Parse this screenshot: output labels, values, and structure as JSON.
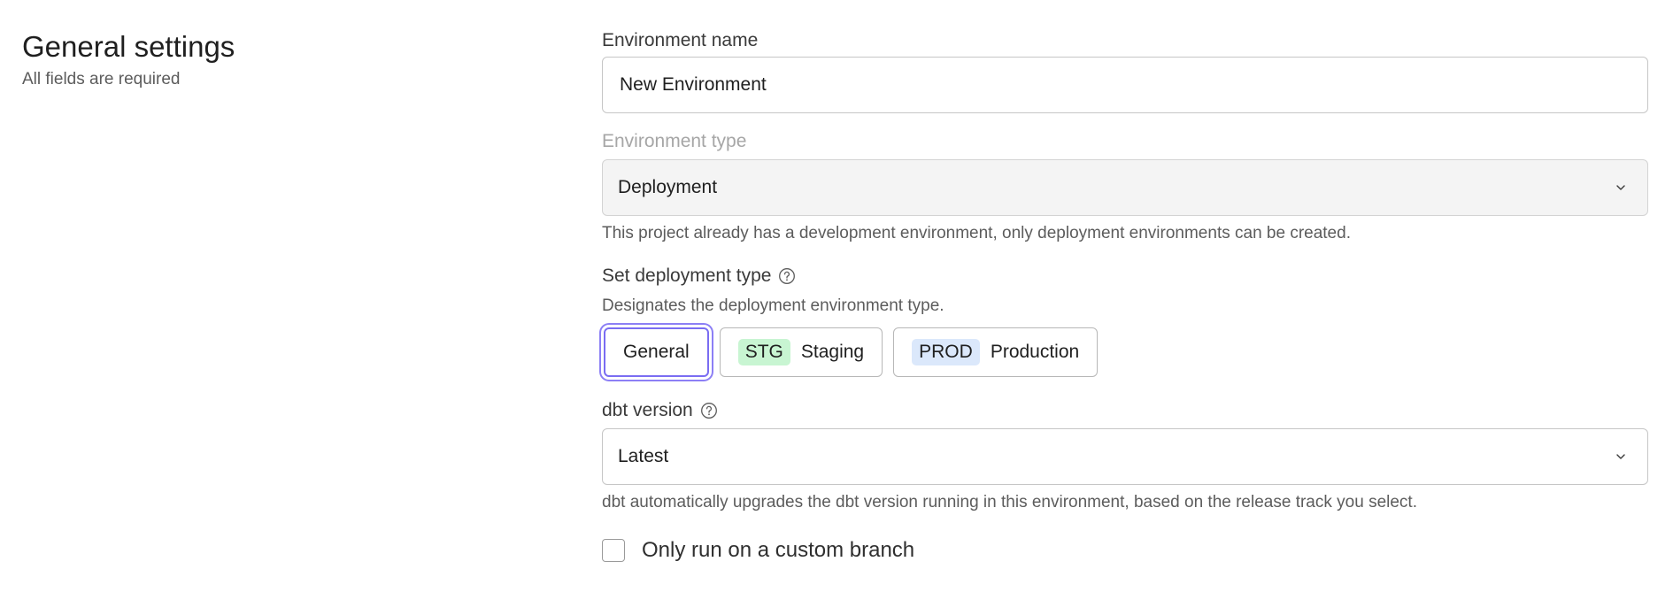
{
  "header": {
    "title": "General settings",
    "subtitle": "All fields are required"
  },
  "environment_name": {
    "label": "Environment name",
    "value": "New Environment"
  },
  "environment_type": {
    "label": "Environment type",
    "selected": "Deployment",
    "help": "This project already has a development environment, only deployment environments can be created."
  },
  "deployment_type": {
    "label": "Set deployment type",
    "help_icon": "question-circle-icon",
    "description": "Designates the deployment environment type.",
    "options": [
      {
        "label": "General",
        "chip": "",
        "selected": true
      },
      {
        "label": "Staging",
        "chip": "STG",
        "chip_color": "#c8f5d2",
        "selected": false
      },
      {
        "label": "Production",
        "chip": "PROD",
        "chip_color": "#dbe8fb",
        "selected": false
      }
    ],
    "accent_color": "#7a6df2"
  },
  "dbt_version": {
    "label": "dbt version",
    "help_icon": "question-circle-icon",
    "selected": "Latest",
    "help": "dbt automatically upgrades the dbt version running in this environment, based on the release track you select."
  },
  "custom_branch": {
    "label": "Only run on a custom branch",
    "checked": false
  }
}
